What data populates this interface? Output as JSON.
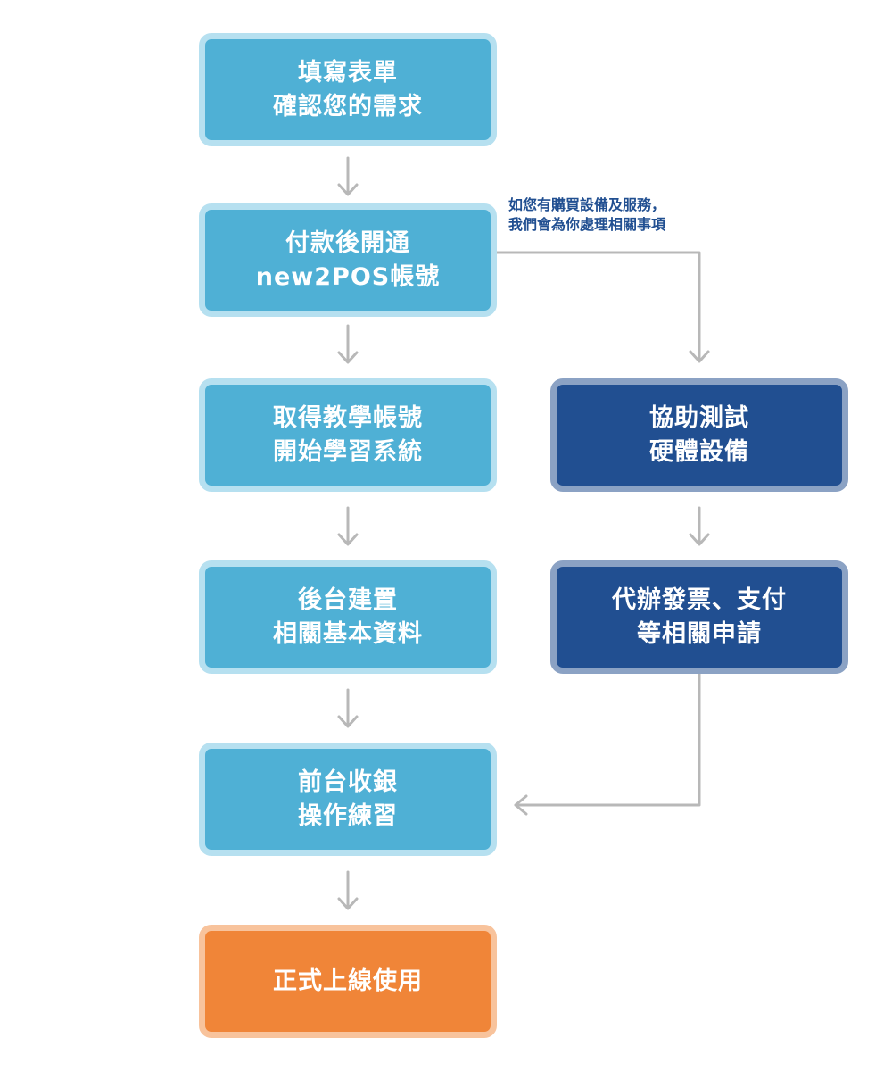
{
  "steps": {
    "step1": {
      "line1": "填寫表單",
      "line2": "確認您的需求"
    },
    "step2": {
      "line1": "付款後開通",
      "line2": "new2POS帳號"
    },
    "step3": {
      "line1": "取得教學帳號",
      "line2": "開始學習系統"
    },
    "step4": {
      "line1": "後台建置",
      "line2": "相關基本資料"
    },
    "step5": {
      "line1": "前台收銀",
      "line2": "操作練習"
    },
    "step6": {
      "line1": "正式上線使用"
    }
  },
  "branch": {
    "note": {
      "line1": "如您有購買設備及服務，",
      "line2": "我們會為你處理相關事項"
    },
    "stepA": {
      "line1": "協助測試",
      "line2": "硬體設備"
    },
    "stepB": {
      "line1": "代辦發票、支付",
      "line2": "等相關申請"
    }
  },
  "colors": {
    "main_step": "#4fb0d5",
    "main_step_border": "#b6e0f0",
    "branch_step": "#214f91",
    "branch_step_border": "#8ba2c4",
    "final_step": "#f08538",
    "final_step_border": "#f8c39c",
    "connector": "#b8b8b8",
    "note_text": "#214f91"
  }
}
